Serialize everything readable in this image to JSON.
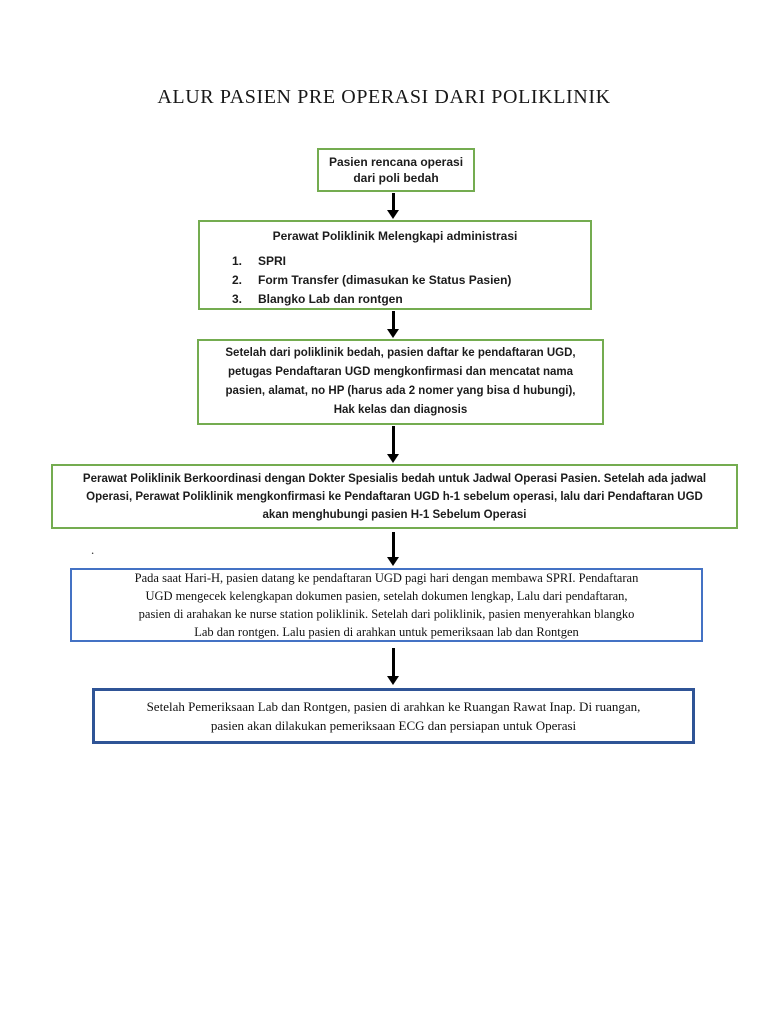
{
  "page": {
    "title": "ALUR PASIEN PRE OPERASI DARI POLIKLINIK"
  },
  "colors": {
    "green_border": "#74AC50",
    "blue_border": "#4472C4",
    "navy_border": "#2F5496",
    "arrow": "#000000"
  },
  "flowchart": {
    "boxes": [
      {
        "id": "start",
        "style": "green",
        "lines": [
          "Pasien rencana operasi",
          "dari poli bedah"
        ]
      },
      {
        "id": "admin",
        "style": "green",
        "heading": "Perawat Poliklinik Melengkapi administrasi",
        "list": [
          {
            "num": "1.",
            "text": "SPRI"
          },
          {
            "num": "2.",
            "text": "Form Transfer (dimasukan ke Status Pasien)"
          },
          {
            "num": "3.",
            "text": "Blangko Lab dan rontgen"
          }
        ]
      },
      {
        "id": "ugd-registration",
        "style": "green",
        "lines": [
          "Setelah dari poliklinik bedah, pasien daftar ke pendaftaran UGD,",
          "petugas Pendaftaran UGD mengkonfirmasi dan mencatat nama",
          "pasien, alamat, no HP (harus ada 2 nomer yang bisa d hubungi),",
          "Hak kelas dan diagnosis"
        ]
      },
      {
        "id": "coordination",
        "style": "green",
        "lines": [
          "Perawat Poliklinik Berkoordinasi dengan Dokter Spesialis bedah untuk Jadwal Operasi Pasien.  Setelah ada jadwal",
          "Operasi, Perawat Poliklinik mengkonfirmasi ke Pendaftaran UGD h-1 sebelum operasi, lalu dari Pendaftaran UGD",
          "akan menghubungi pasien H-1 Sebelum Operasi"
        ]
      },
      {
        "id": "day-h",
        "style": "blue",
        "lines": [
          "Pada saat Hari-H, pasien datang ke pendaftaran UGD pagi hari dengan membawa SPRI. Pendaftaran",
          "UGD mengecek kelengkapan dokumen pasien, setelah dokumen lengkap, Lalu dari pendaftaran,",
          "pasien di arahakan ke nurse station poliklinik. Setelah dari poliklinik, pasien menyerahkan  blangko",
          "Lab dan rontgen. Lalu pasien di arahkan untuk pemeriksaan lab dan Rontgen"
        ]
      },
      {
        "id": "ward",
        "style": "navy",
        "lines": [
          "Setelah Pemeriksaan Lab dan Rontgen, pasien di arahkan ke Ruangan Rawat Inap. Di ruangan,",
          "pasien akan dilakukan pemeriksaan ECG dan persiapan untuk Operasi"
        ]
      }
    ],
    "stray_mark": "."
  }
}
